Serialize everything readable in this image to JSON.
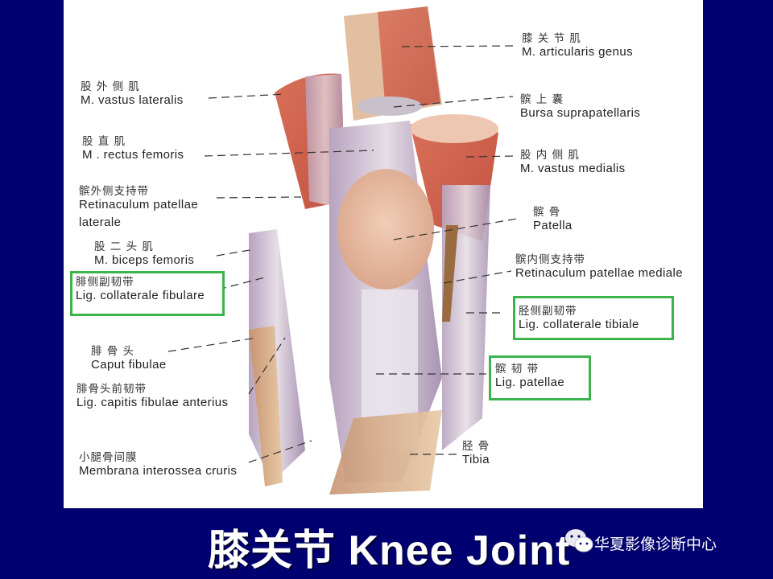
{
  "slide": {
    "title": "膝关节 Knee Joint",
    "watermark": "华夏影像诊断中心",
    "background_color": "#000070",
    "highlight_color": "#3cb44b"
  },
  "figure": {
    "subject": "Anterior view of the knee joint (anatomical illustration)",
    "labels_left": [
      {
        "zh": "股 外 侧 肌",
        "la": "M. vastus lateralis",
        "highlighted": false
      },
      {
        "zh": "股 直 肌",
        "la": "M . rectus femoris",
        "highlighted": false
      },
      {
        "zh": "髌外侧支持带",
        "la": "Retinaculum patellae",
        "la2": "laterale",
        "highlighted": false
      },
      {
        "zh": "股 二 头 肌",
        "la": "M. biceps femoris",
        "highlighted": false
      },
      {
        "zh": "腓侧副韧带",
        "la": "Lig. collaterale fibulare",
        "highlighted": true
      },
      {
        "zh": "腓   骨   头",
        "la": "Caput fibulae",
        "highlighted": false
      },
      {
        "zh": "腓骨头前韧带",
        "la": "Lig. capitis fibulae anterius",
        "highlighted": false
      },
      {
        "zh": "小腿骨间膜",
        "la": "Membrana interossea cruris",
        "highlighted": false
      }
    ],
    "labels_right": [
      {
        "zh": "膝 关 节 肌",
        "la": "M. articularis genus",
        "highlighted": false
      },
      {
        "zh": "髌   上   囊",
        "la": "Bursa suprapatellaris",
        "highlighted": false
      },
      {
        "zh": "股 内 侧 肌",
        "la": "M. vastus medialis",
        "highlighted": false
      },
      {
        "zh": "髌        骨",
        "la": "Patella",
        "highlighted": false
      },
      {
        "zh": "髌内侧支持带",
        "la": "Retinaculum patellae mediale",
        "highlighted": false
      },
      {
        "zh": "胫侧副韧带",
        "la": "Lig. collaterale tibiale",
        "highlighted": true
      },
      {
        "zh": "髌   韧   带",
        "la": "Lig. patellae",
        "highlighted": true
      },
      {
        "zh": "胫        骨",
        "la": "Tibia",
        "highlighted": false
      }
    ]
  }
}
